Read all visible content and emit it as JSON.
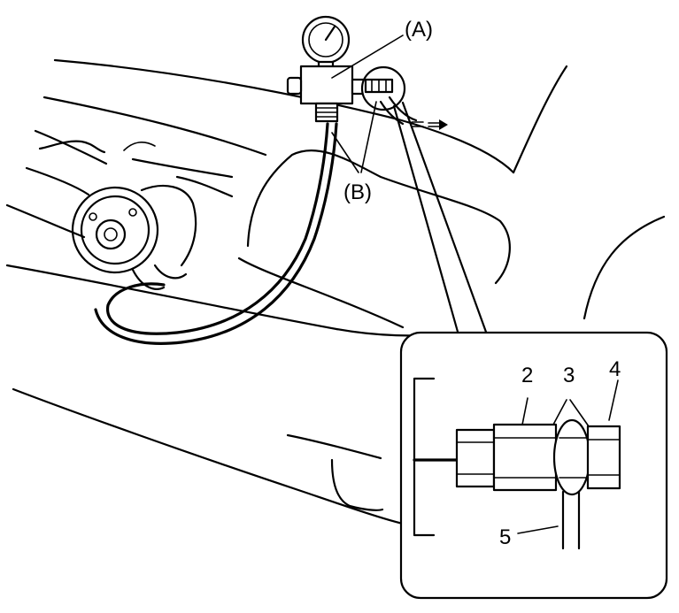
{
  "labels": {
    "gauge_assembly": "(A)",
    "valves": "(B)",
    "callout_2": "2",
    "callout_3": "3",
    "callout_4": "4",
    "callout_5": "5"
  }
}
